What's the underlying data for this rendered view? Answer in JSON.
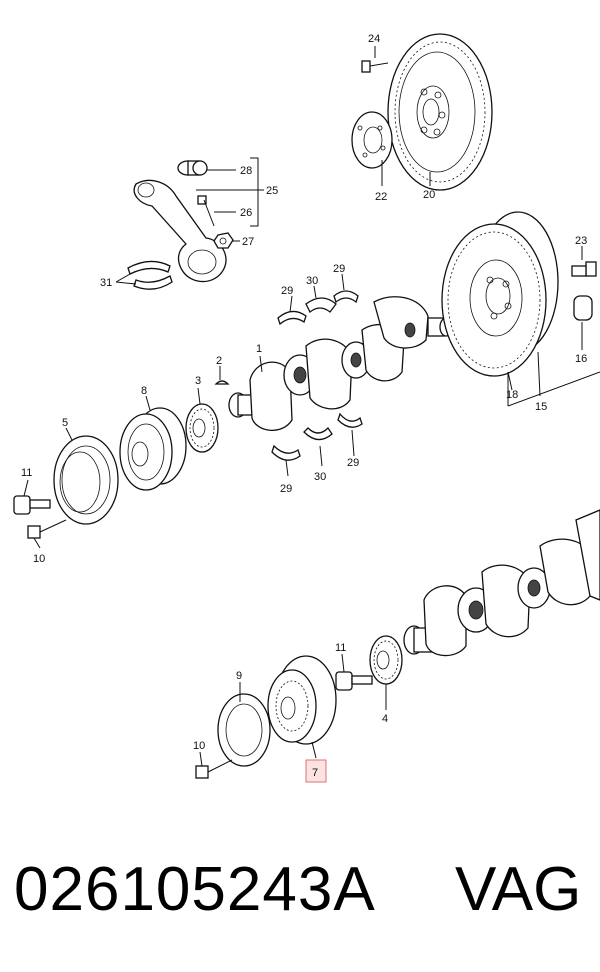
{
  "labels": {
    "l1": "1",
    "l2": "2",
    "l3": "3",
    "l4": "4",
    "l5": "5",
    "l7": "7",
    "l8": "8",
    "l9": "9",
    "l10a": "10",
    "l10b": "10",
    "l11a": "11",
    "l11b": "11",
    "l15": "15",
    "l16": "16",
    "l18": "18",
    "l20": "20",
    "l22": "22",
    "l23": "23",
    "l24": "24",
    "l25": "25",
    "l26": "26",
    "l27": "27",
    "l28": "28",
    "l29a": "29",
    "l29b": "29",
    "l29c": "29",
    "l29d": "29",
    "l30a": "30",
    "l30b": "30",
    "l31": "31"
  },
  "highlight": {
    "border_color": "#e07070",
    "fill_color": "#fbe3e3"
  },
  "footer": {
    "part_number": "026105243A",
    "brand": "VAG"
  }
}
